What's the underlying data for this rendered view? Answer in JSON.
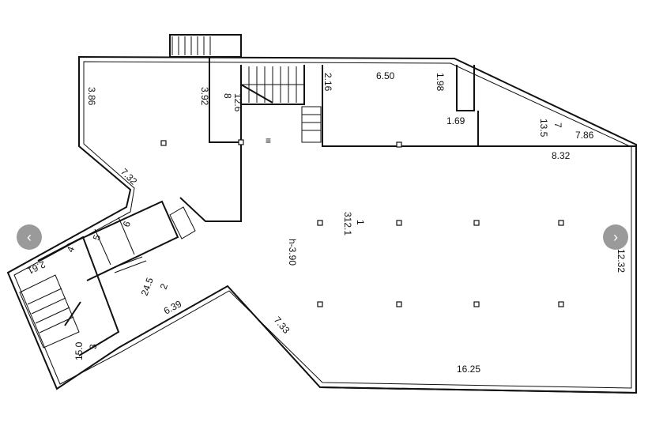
{
  "carousel": {
    "prev_icon": "chevron-left-icon",
    "next_icon": "chevron-right-icon",
    "prev_glyph": "‹",
    "next_glyph": "›"
  },
  "plan": {
    "rooms": [
      {
        "num": "1",
        "area": "312.1"
      },
      {
        "num": "2",
        "area": "24.5"
      },
      {
        "num": "3",
        "area": "15.0"
      },
      {
        "num": "7",
        "area": "13.5"
      },
      {
        "num": "8",
        "area": "12.6"
      }
    ],
    "toilets": [
      "4",
      "5",
      "6"
    ],
    "height": "h-3.90",
    "vent": "≡",
    "dims": {
      "d386": "3.86",
      "d392": "3.92",
      "d216": "2.16",
      "d650": "6.50",
      "d198": "1.98",
      "d169": "1.69",
      "d786": "7.86",
      "d832": "8.32",
      "d732": "7.32",
      "d1232": "12.32",
      "d639": "6.39",
      "d733": "7.33",
      "d1625": "16.25",
      "d261": "2.61"
    }
  }
}
